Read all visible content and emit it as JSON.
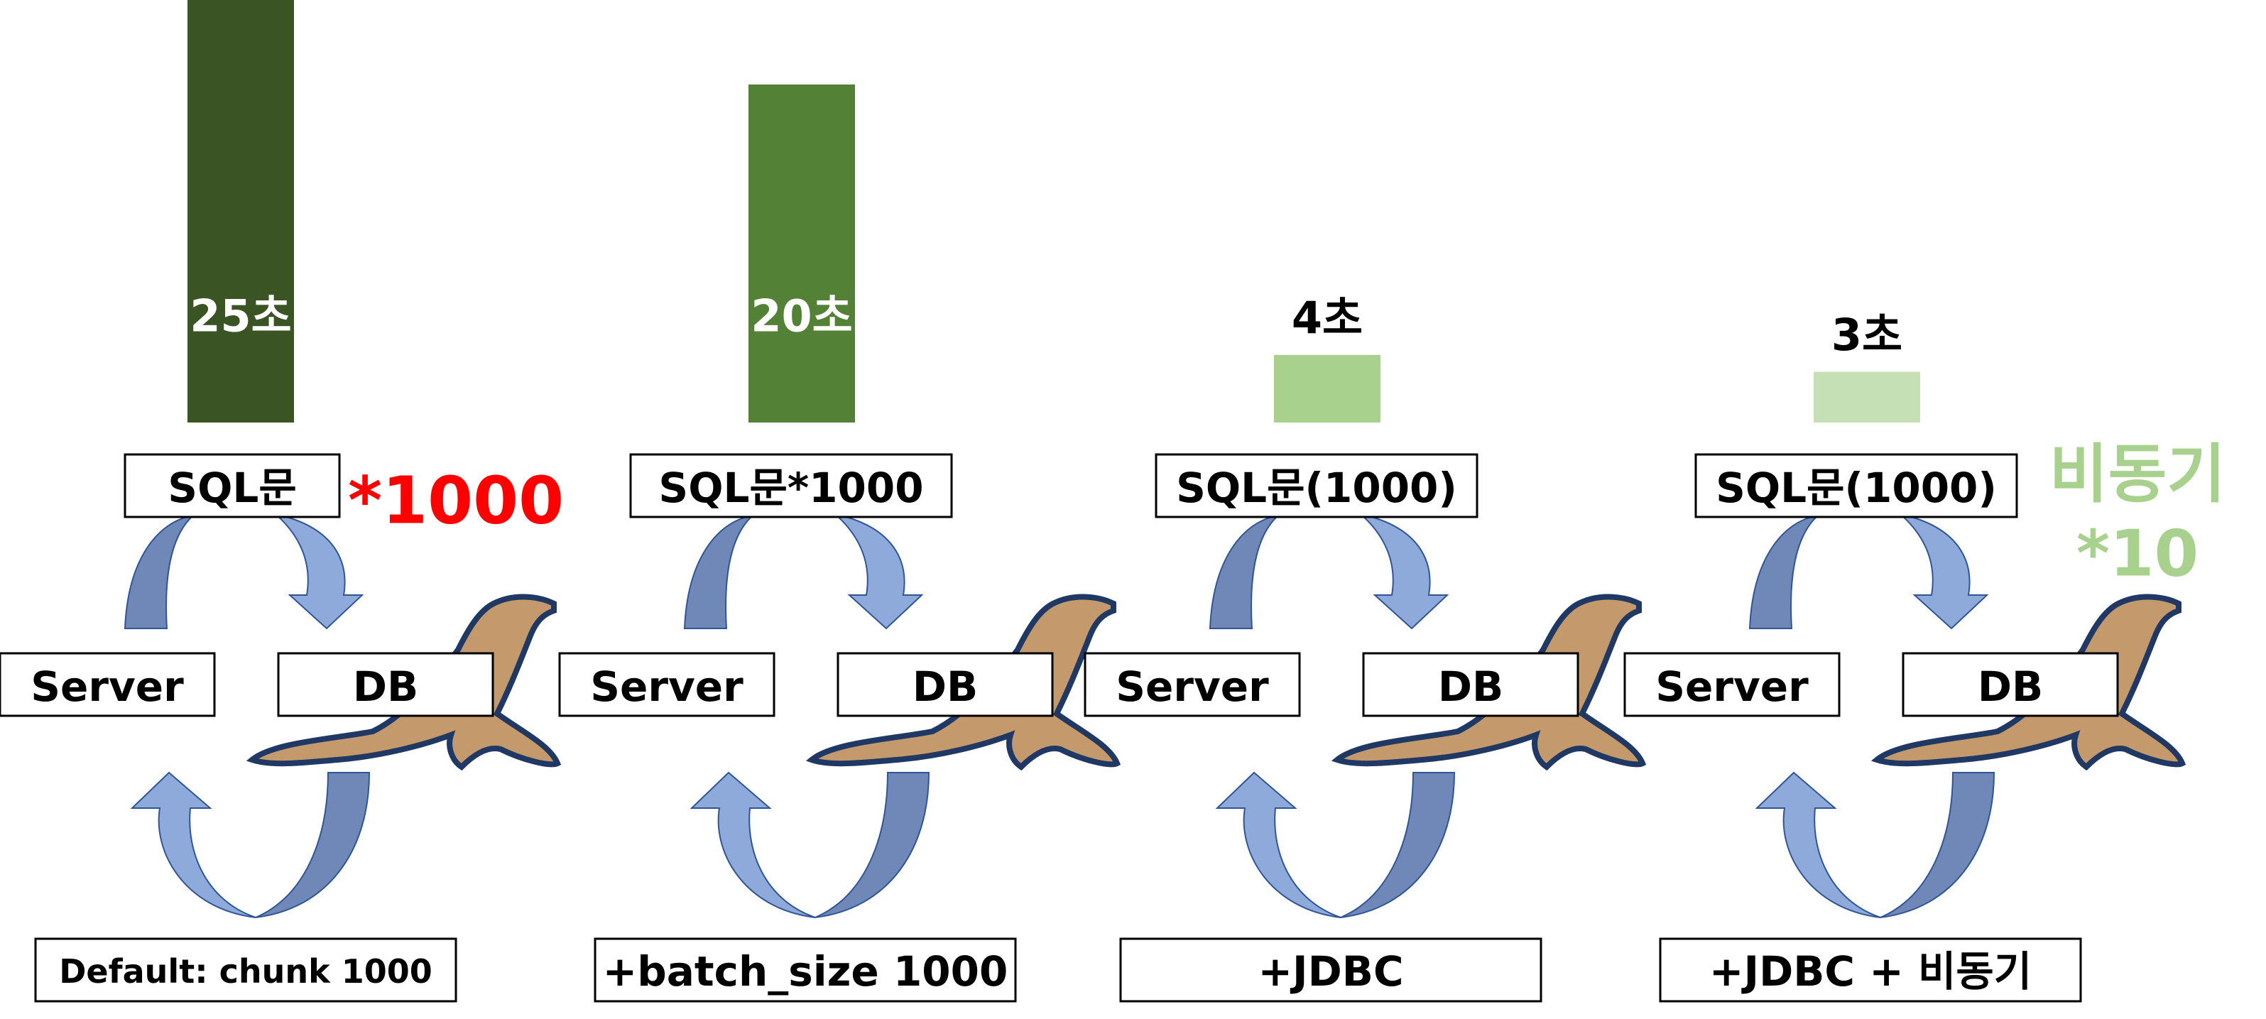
{
  "colors": {
    "bar_1": "#3a5424",
    "bar_2": "#538135",
    "bar_3": "#a9d18e",
    "bar_4": "#c5e0b4",
    "arrow_dark": "#7088b8",
    "arrow_light": "#8eaadb",
    "arrow_edge": "#2f5597",
    "seal": "#c49a6c",
    "seal_outline": "#1f3864",
    "multiplier_red": "#ff0000",
    "async_green": "#a9d18e"
  },
  "chart_data": {
    "type": "bar",
    "categories": [
      "Default: chunk 1000",
      "+batch_size 1000",
      "+JDBC",
      "+JDBC + 비동기"
    ],
    "values": [
      25,
      20,
      4,
      3
    ],
    "unit": "초",
    "value_labels": [
      "25초",
      "20초",
      "4초",
      "3초"
    ],
    "ylim": [
      0,
      25
    ]
  },
  "panels": [
    {
      "sql": "SQL문",
      "server": "Server",
      "db": "DB",
      "caption": "Default: chunk 1000"
    },
    {
      "sql": "SQL문*1000",
      "server": "Server",
      "db": "DB",
      "caption": "+batch_size 1000"
    },
    {
      "sql": "SQL문(1000)",
      "server": "Server",
      "db": "DB",
      "caption": "+JDBC"
    },
    {
      "sql": "SQL문(1000)",
      "server": "Server",
      "db": "DB",
      "caption": "+JDBC + 비동기"
    }
  ],
  "annotations": {
    "multiplier": "*1000",
    "async_label": "비동기",
    "async_multiplier": "*10"
  },
  "icons": {
    "db": "mariadb-seal-icon"
  }
}
